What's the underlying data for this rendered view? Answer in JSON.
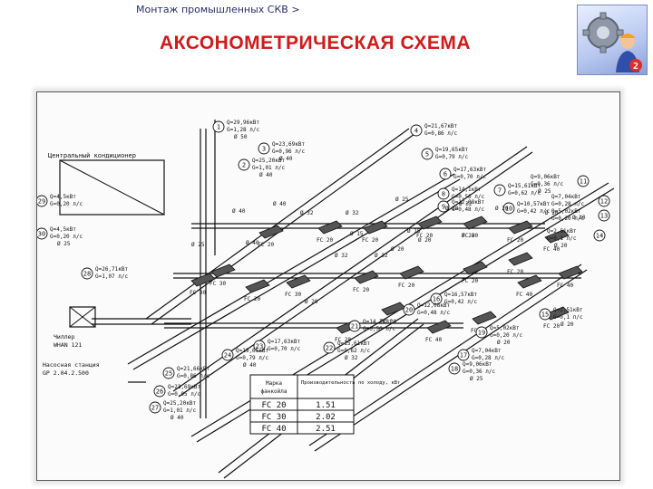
{
  "header": {
    "breadcrumb": "Монтаж промышленных СКВ >",
    "title": "АКСОНОМЕТРИЧЕСКАЯ СХЕМА"
  },
  "colors": {
    "title": "#d21a1a",
    "breadcrumb": "#2a2f6b",
    "pipe": "#111111",
    "unit_fill": "#555555"
  },
  "logo": {
    "icon": "gear-worker-icon",
    "badge": "2"
  },
  "diagram": {
    "labels_left": {
      "central_conditioner": "Центральный кондиционер",
      "chiller": "Чиллер",
      "chiller_model": "WHAN 121",
      "pump_station": "Насосная станция",
      "pump_model": "GP 2.04.2.500"
    },
    "callouts": [
      {
        "n": "1",
        "q": "Q=29,96кВт",
        "g": "G=1,28 л/с",
        "d": "Ø 50"
      },
      {
        "n": "2",
        "q": "Q=25,20кВт",
        "g": "G=1,01 л/с",
        "d": "Ø 40"
      },
      {
        "n": "3",
        "q": "Q=23,69кВт",
        "g": "G=0,96 л/с",
        "d": "Ø 40"
      },
      {
        "n": "4",
        "q": "Q=21,67кВт",
        "g": "G=0,86 л/с",
        "d": ""
      },
      {
        "n": "5",
        "q": "Q=19,65кВт",
        "g": "G=0,79 л/с",
        "d": ""
      },
      {
        "n": "6",
        "q": "Q=17,63кВт",
        "g": "G=0,70 л/с",
        "d": ""
      },
      {
        "n": "7",
        "q": "Q=15,61кВт",
        "g": "G=0,62 л/с",
        "d": ""
      },
      {
        "n": "8",
        "q": "Q=14,1кВт",
        "g": "G=0,56 л/с",
        "d": "Ø 32"
      },
      {
        "n": "9",
        "q": "Q=12,08кВт",
        "g": "G=0,48 л/с",
        "d": ""
      },
      {
        "n": "10",
        "q": "Q=10,57кВт",
        "g": "G=0,42 л/с",
        "d": ""
      },
      {
        "n": "11",
        "q": "Q=9,06кВт",
        "g": "G=0,36 л/с",
        "d": "Ø 25"
      },
      {
        "n": "12",
        "q": "Q=7,04кВт",
        "g": "G=0,28 л/с",
        "d": ""
      },
      {
        "n": "13",
        "q": "Q=5,02кВт",
        "g": "G=0,20 л/с",
        "d": ""
      },
      {
        "n": "14",
        "q": "Q=2,51кВт",
        "g": "G=0,1 л/с",
        "d": "Ø 20"
      },
      {
        "n": "15",
        "q": "Q=2,51кВт",
        "g": "G=0,1 л/с",
        "d": "Ø 20"
      },
      {
        "n": "16",
        "q": "Q=16,57кВт",
        "g": "G=0,42 л/с",
        "d": ""
      },
      {
        "n": "17",
        "q": "Q=7,04кВт",
        "g": "G=0,28 л/с",
        "d": ""
      },
      {
        "n": "18",
        "q": "Q=9,06кВт",
        "g": "G=0,36 л/с",
        "d": "Ø 25"
      },
      {
        "n": "19",
        "q": "Q=5,02кВт",
        "g": "G=0,20 л/с",
        "d": "Ø 20"
      },
      {
        "n": "20",
        "q": "Q=12,08кВт",
        "g": "G=0,48 л/с",
        "d": ""
      },
      {
        "n": "21",
        "q": "Q=14,1кВт",
        "g": "G=0,56 л/с",
        "d": ""
      },
      {
        "n": "22",
        "q": "Q=15,61кВт",
        "g": "G=0,62 л/с",
        "d": "Ø 32"
      },
      {
        "n": "23",
        "q": "Q=17,63кВт",
        "g": "G=0,70 л/с",
        "d": ""
      },
      {
        "n": "24",
        "q": "Q=19,65кВт",
        "g": "G=0,79 л/с",
        "d": "Ø 40"
      },
      {
        "n": "25",
        "q": "Q=21,66кВт",
        "g": "G=0,86 л/с",
        "d": ""
      },
      {
        "n": "26",
        "q": "Q=23,69кВт",
        "g": "G=0,95 л/с",
        "d": ""
      },
      {
        "n": "27",
        "q": "Q=25,20кВт",
        "g": "G=1,01 л/с",
        "d": "Ø 40"
      },
      {
        "n": "28",
        "q": "Q=26,71кВт",
        "g": "G=1,07 л/с",
        "d": ""
      },
      {
        "n": "29",
        "q": "Q=4,5кВт",
        "g": "G=0,20 л/с",
        "d": ""
      },
      {
        "n": "30",
        "q": "Q=4,5кВт",
        "g": "G=0,20 л/с",
        "d": "Ø 25"
      }
    ],
    "units": [
      "FC 30",
      "FC 30",
      "FC 20",
      "FC 20",
      "FC 20",
      "FC 20",
      "FC 20",
      "FC 20",
      "FC 40",
      "FC 40",
      "FC 20",
      "FC 20",
      "FC 20",
      "FC 20",
      "FC 30",
      "FC 20",
      "FC 20",
      "FC 20",
      "FC 40",
      "FC 40",
      "FC 40",
      "FC 20"
    ],
    "pipe_diameters": [
      "Ø 40",
      "Ø 40",
      "Ø 32",
      "Ø 32",
      "Ø 25",
      "Ø 20",
      "Ø 20",
      "Ø 20",
      "Ø 20",
      "Ø 15",
      "Ø 15",
      "Ø 32",
      "Ø 32",
      "Ø 20",
      "Ø 20",
      "Ø 40",
      "Ø 25",
      "Ø 20",
      "Ø 20"
    ],
    "table": {
      "header": [
        "Марка фанкойла",
        "Производительность по холоду, кВт"
      ],
      "rows": [
        [
          "FC 20",
          "1.51"
        ],
        [
          "FC 30",
          "2.02"
        ],
        [
          "FC 40",
          "2.51"
        ]
      ]
    }
  }
}
